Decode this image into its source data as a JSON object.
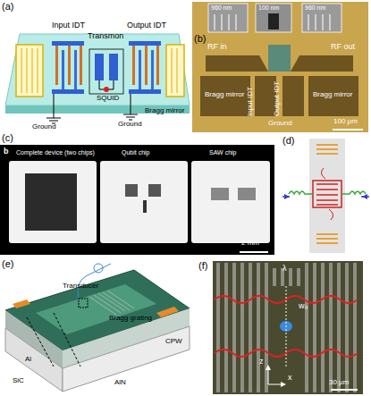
{
  "diagram": {
    "labels": [
      "(a)",
      "Input IDT",
      "Transmon",
      "Output IDT",
      "SQUID",
      "Ground",
      "Ground",
      "Bragg mirror",
      "(b)",
      "960 nm",
      "100 nm",
      "960 nm",
      "RF in",
      "RF out",
      "Bragg mirror",
      "Input IDT",
      "Output IDT",
      "Bragg mirror",
      "Ground",
      "100 μm",
      "(c)",
      "b",
      "Complete device (two chips)",
      "Qubit chip",
      "SAW chip",
      "2 mm",
      "(d)",
      "(e)",
      "Transducer",
      "Bragg grating",
      "CPW",
      "Al",
      "SiC",
      "AlN",
      "(f)",
      "λ",
      "w₀",
      "z",
      "x",
      "30 μm"
    ]
  }
}
